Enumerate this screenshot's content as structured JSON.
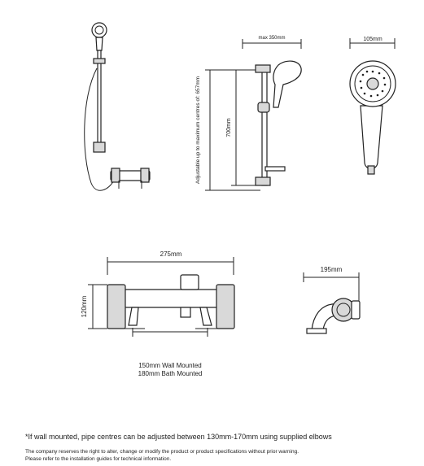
{
  "dimensions": {
    "max_width": "max 350mm",
    "head_width": "105mm",
    "rail_height": "700mm",
    "adjustable_note": "Adjustable up to maximum centres of: 657mm",
    "valve_width": "275mm",
    "valve_height": "120mm",
    "valve_depth": "195mm",
    "wall_mounted": "150mm Wall Mounted",
    "bath_mounted": "180mm Bath Mounted"
  },
  "notes": {
    "footnote": "*If wall mounted, pipe centres can be adjusted between 130mm-170mm using supplied elbows",
    "disclaimer_line1": "The company reserves the right to alter, change or modify the product or product specifications without prior warning.",
    "disclaimer_line2": "Please refer to the installation guides for technical information."
  }
}
